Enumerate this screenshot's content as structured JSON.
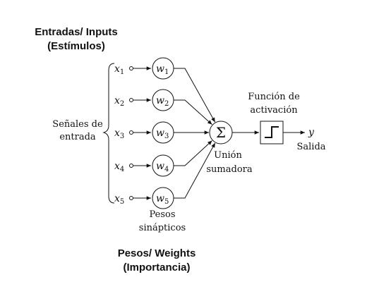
{
  "headings": {
    "inputs_line1": "Entradas/ Inputs",
    "inputs_line2": "(Estímulos)",
    "weights_line1": "Pesos/ Weights",
    "weights_line2": "(Importancia)"
  },
  "inputs": [
    {
      "symbol": "x",
      "index": "1"
    },
    {
      "symbol": "x",
      "index": "2"
    },
    {
      "symbol": "x",
      "index": "3"
    },
    {
      "symbol": "x",
      "index": "4"
    },
    {
      "symbol": "x",
      "index": "5"
    }
  ],
  "weights": [
    {
      "symbol": "w",
      "index": "1"
    },
    {
      "symbol": "w",
      "index": "2"
    },
    {
      "symbol": "w",
      "index": "3"
    },
    {
      "symbol": "w",
      "index": "4"
    },
    {
      "symbol": "w",
      "index": "5"
    }
  ],
  "labels": {
    "signals_line1": "Señales de",
    "signals_line2": "entrada",
    "sum_symbol": "Σ",
    "sum_line1": "Unión",
    "sum_line2": "sumadora",
    "activation_line1": "Función de",
    "activation_line2": "activación",
    "weights_line1": "Pesos",
    "weights_line2": "sinápticos",
    "output_symbol": "y",
    "output_label": "Salida"
  }
}
